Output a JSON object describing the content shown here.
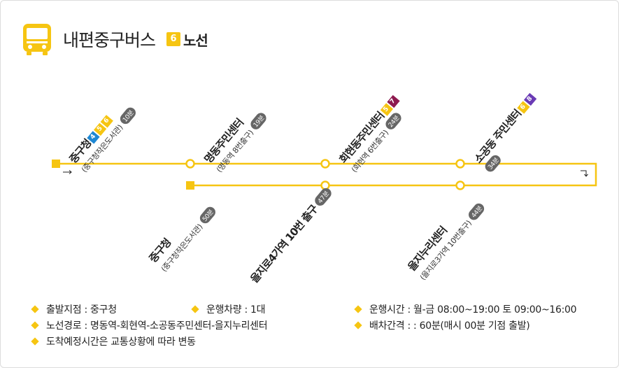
{
  "header": {
    "title": "내편중구버스",
    "route_number": "6",
    "route_label": "노선",
    "icon": "bus-icon"
  },
  "colors": {
    "accent": "#f6c512",
    "route4": "#1e88d4",
    "route5": "#f6c512",
    "route6": "#f6c512",
    "route7": "#8e1a4f",
    "route8": "#6a3bb5",
    "time_badge": "#666666"
  },
  "stops_top": [
    {
      "name": "중구청",
      "sub": "(중구청작은도서관)",
      "time": "10분",
      "routes": [
        "4",
        "5",
        "6"
      ]
    },
    {
      "name": "명동주민센터",
      "sub": "(명동역 8번출구)",
      "time": "19분",
      "routes": []
    },
    {
      "name": "회현동주민센터",
      "sub": "(회현역 6번출구)",
      "time": "24분",
      "routes": [
        "5",
        "7"
      ]
    },
    {
      "name": "소공동 주민센터",
      "sub": "",
      "time": "34분",
      "routes": [
        "6",
        "8"
      ]
    }
  ],
  "stops_bottom": [
    {
      "name": "중구청",
      "sub": "(중구청작은도서관)",
      "time": "50분"
    },
    {
      "name": "을지로4가역 10번 출구",
      "sub": "",
      "time": "47분"
    },
    {
      "name": "을지누리센터",
      "sub": "(을지로3가역 10번출구)",
      "time": "44분"
    }
  ],
  "legend": {
    "start": "출발지점 : 중구청",
    "vehicles": "운행차량 : 1대",
    "hours": "운행시간 : 월-금 08:00~19:00 토 09:00~16:00",
    "path": "노선경로 : 명동역-회현역-소공동주민센터-을지누리센터",
    "interval": "배차간격 : : 60분(매시 00분 기점 출발)",
    "note": "도착예정시간은 교통상황에 따라 변동"
  }
}
